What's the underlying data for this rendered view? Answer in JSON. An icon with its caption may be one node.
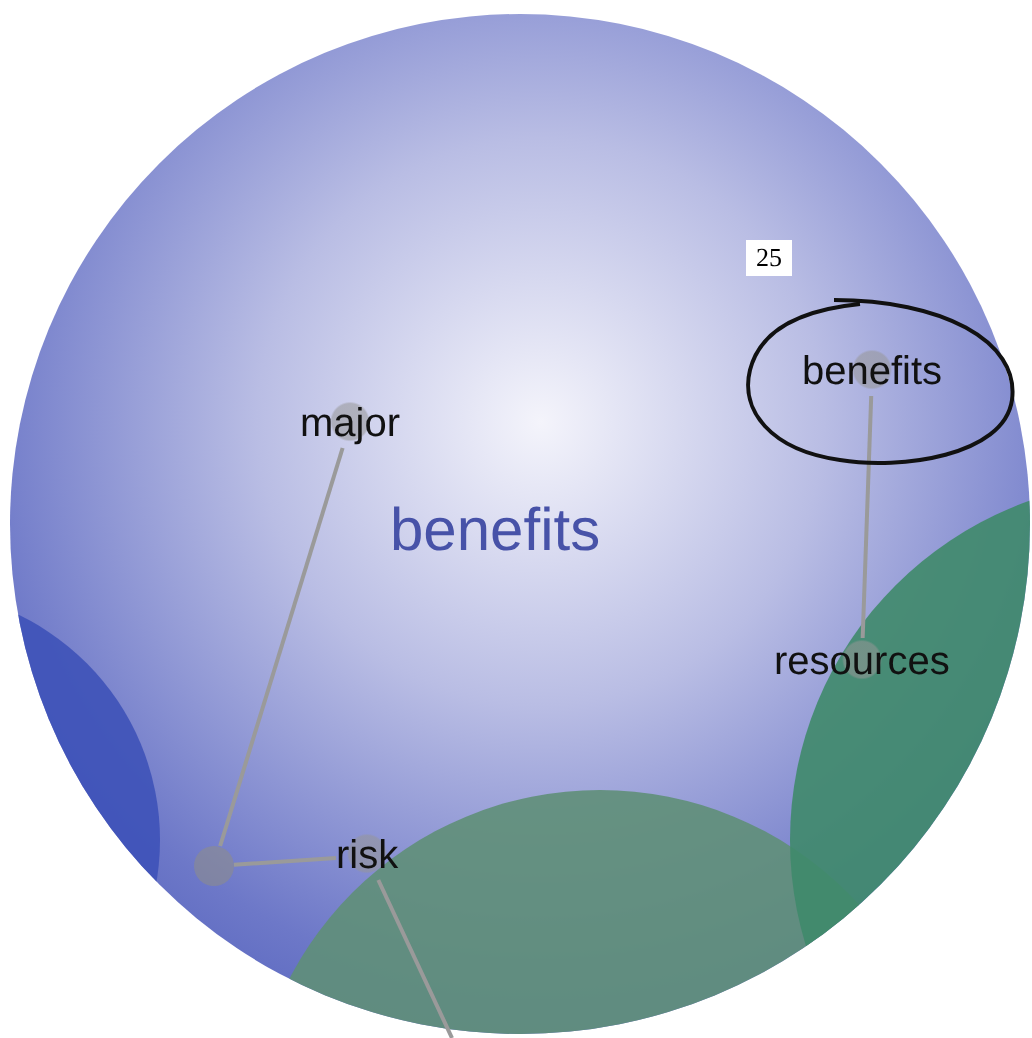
{
  "diagram": {
    "nodes": [
      {
        "text": [
          "benefits"
        ]
      },
      {
        "text": [
          "major"
        ],
        "in": 0
      },
      {
        "text": [
          "benefits"
        ],
        "in": 0
      },
      {
        "text": [
          "resources"
        ],
        "in": 0
      },
      {
        "text": [
          "risk"
        ],
        "in": 0
      },
      {
        "text": [],
        "shape": "circle",
        "in": 0
      }
    ],
    "edges": [
      {
        "from": 1,
        "to": 5,
        "arrow": "none"
      },
      {
        "from": 5,
        "to": 4,
        "arrow": "none"
      },
      {
        "from": 2,
        "to": 3,
        "arrow": "none"
      },
      {
        "from": 4,
        "to": null,
        "arrow": "none"
      }
    ],
    "labels": [
      "25"
    ]
  }
}
